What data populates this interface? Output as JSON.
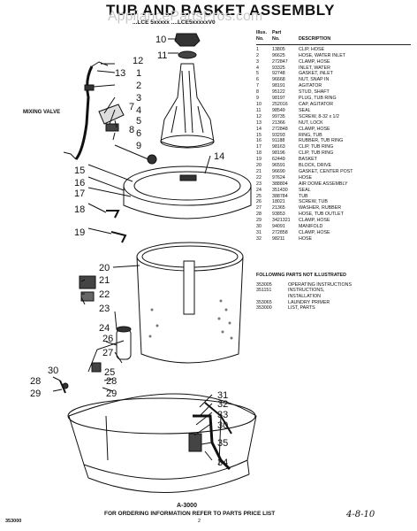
{
  "header": {
    "title": "TUB AND BASKET ASSEMBLY",
    "subtitle": "...LCE 5xxxxx ....LCE5xxxxxV0",
    "watermark": "AppliancePartsPros.com"
  },
  "parts_table": {
    "head_line1": [
      "Illus.",
      "Part",
      ""
    ],
    "head_line2": [
      "No.",
      "No.",
      "DESCRIPTION"
    ],
    "rows": [
      [
        "1",
        "13805",
        "CLIP, HOSE"
      ],
      [
        "2",
        "96625",
        "HOSE, WATER INLET"
      ],
      [
        "3",
        "272847",
        "CLAMP, HOSE"
      ],
      [
        "4",
        "93325",
        "INLET, WATER"
      ],
      [
        "5",
        "92748",
        "GASKET, INLET"
      ],
      [
        "6",
        "96668",
        "NUT, SNAP IN"
      ],
      [
        "7",
        "98191",
        "AGITATOR"
      ],
      [
        "8",
        "95122",
        "STUD, SHAFT"
      ],
      [
        "9",
        "98197",
        "PLUG, TUB RING"
      ],
      [
        "10",
        "252016",
        "CAP, AGITATOR"
      ],
      [
        "11",
        "98549",
        "SEAL"
      ],
      [
        "12",
        "99735",
        "SCREW, 8-32 x 1/2"
      ],
      [
        "13",
        "21366",
        "NUT, LOCK"
      ],
      [
        "14",
        "272848",
        "CLAMP, HOSE"
      ],
      [
        "15",
        "93293",
        "RING, TUB"
      ],
      [
        "16",
        "91188",
        "RUBBER, TUB RING"
      ],
      [
        "17",
        "98163",
        "CLIP, TUB RING"
      ],
      [
        "18",
        "98196",
        "CLIP, TUB RING"
      ],
      [
        "19",
        "62449",
        "BASKET"
      ],
      [
        "20",
        "96591",
        "BLOCK, DRIVE"
      ],
      [
        "21",
        "96690",
        "GASKET, CENTER POST"
      ],
      [
        "22",
        "97624",
        "HOSE"
      ],
      [
        "23",
        "388804",
        "AIR DOME ASSEMBLY"
      ],
      [
        "24",
        "351430",
        "SEAL"
      ],
      [
        "25",
        "388784",
        "TUB"
      ],
      [
        "26",
        "18021",
        "SCREW, TUB"
      ],
      [
        "27",
        "21365",
        "WASHER, RUBBER"
      ],
      [
        "28",
        "93853",
        "HOSE, TUB OUTLET"
      ],
      [
        "29",
        "3421321",
        "CLAMP, HOSE"
      ],
      [
        "30",
        "94091",
        "MANIFOLD"
      ],
      [
        "31",
        "272858",
        "CLAMP, HOSE"
      ],
      [
        "32",
        "98211",
        "HOSE"
      ]
    ],
    "not_illustrated_heading": "FOLLOWING PARTS NOT ILLUSTRATED",
    "not_illustrated": [
      [
        "353005",
        "OPERATING INSTRUCTIONS"
      ],
      [
        "351151",
        "INSTRUCTIONS,"
      ],
      [
        "",
        "INSTALLATION"
      ],
      [
        "353065",
        "LAUNDRY PRIMER"
      ],
      [
        "353000",
        "LIST, PARTS"
      ]
    ]
  },
  "callouts": {
    "n1": "1",
    "n2": "2",
    "n3": "3",
    "n4": "4",
    "n5": "5",
    "n6": "6",
    "n7": "7",
    "n8": "8",
    "n9": "9",
    "n10": "10",
    "n11": "11",
    "n12": "12",
    "n13": "13",
    "n14": "14",
    "n15": "15",
    "n16": "16",
    "n17": "17",
    "n18": "18",
    "n19": "19",
    "n20": "20",
    "n21": "21",
    "n22": "22",
    "n23": "23",
    "n24": "24",
    "n25": "25",
    "n26": "26",
    "n27": "27",
    "n28": "28",
    "n29": "29",
    "n30": "30",
    "n31": "31",
    "n32": "32",
    "n33": "33",
    "n34": "34",
    "n35": "35"
  },
  "labels": {
    "mixing_valve": "MIXING VALVE",
    "diagram_code": "A-3000"
  },
  "footer": {
    "order_note": "FOR ORDERING INFORMATION REFER TO PARTS PRICE LIST",
    "doc_code": "353000",
    "page_number": "2",
    "handwritten": "4-8-10"
  }
}
